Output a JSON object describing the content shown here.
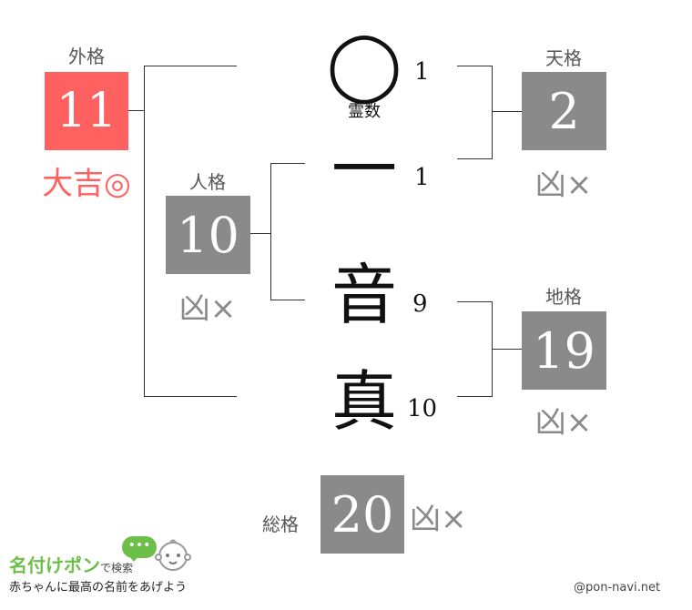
{
  "gaikaku": {
    "label": "外格",
    "value": "11",
    "fortune": "大吉◎",
    "color": "#ff6060"
  },
  "tenkaku": {
    "label": "天格",
    "value": "2",
    "fortune": "凶×"
  },
  "jinkaku": {
    "label": "人格",
    "value": "10",
    "fortune": "凶×"
  },
  "chikaku": {
    "label": "地格",
    "value": "19",
    "fortune": "凶×"
  },
  "soukaku": {
    "label": "総格",
    "value": "20",
    "fortune": "凶×"
  },
  "name_chars": [
    {
      "char": "◯",
      "strokes": "1",
      "note": "霊数"
    },
    {
      "char": "一",
      "strokes": "1"
    },
    {
      "char": "音",
      "strokes": "9"
    },
    {
      "char": "真",
      "strokes": "10"
    }
  ],
  "logo": {
    "title": "名付けポン",
    "title_suffix": "で検索",
    "tagline": "赤ちゃんに最高の名前をあげよう",
    "bubble": "•••"
  },
  "credit": "@pon-navi.net",
  "box_color": "#8a8a8a"
}
